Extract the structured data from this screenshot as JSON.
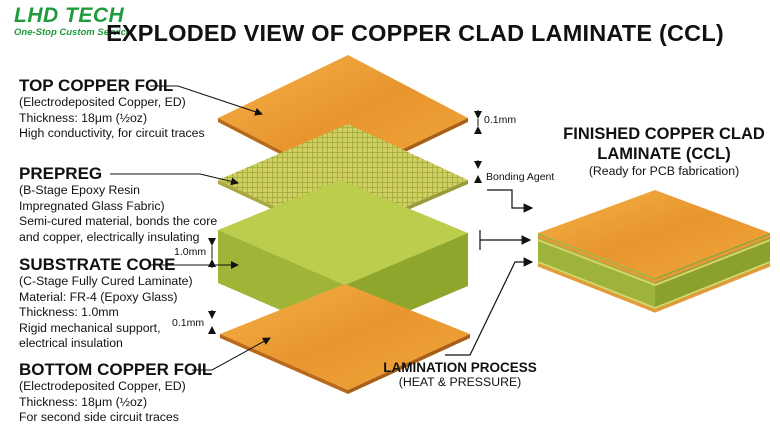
{
  "logo": {
    "main": "LHD TECH",
    "sub": "One-Stop Custom Service"
  },
  "title": "EXPLODED VIEW OF COPPER CLAD LAMINATE (CCL)",
  "layers": {
    "top_copper": {
      "heading": "TOP COPPER FOIL",
      "lines": [
        "(Electrodeposited Copper, ED)",
        "Thickness: 18μm (½oz)",
        "High conductivity, for circuit traces"
      ]
    },
    "prepreg": {
      "heading": "PREPREG",
      "lines": [
        "(B-Stage Epoxy Resin",
        "Impregnated Glass Fabric)",
        "Semi-cured material, bonds the core",
        "and copper, electrically insulating"
      ]
    },
    "substrate": {
      "heading": "SUBSTRATE CORE",
      "lines": [
        "(C-Stage Fully Cured Laminate)",
        "Material: FR-4 (Epoxy Glass)",
        "Thickness: 1.0mm",
        "Rigid mechanical support,",
        "electrical insulation"
      ]
    },
    "bottom_copper": {
      "heading": "BOTTOM COPPER FOIL",
      "lines": [
        "(Electrodeposited Copper, ED)",
        "Thickness: 18μm (½oz)",
        "For second side circuit traces"
      ]
    }
  },
  "dimensions": {
    "top_foil": "0.1mm",
    "bonding": "Bonding Agent",
    "core": "1.0mm",
    "bottom_foil": "0.1mm"
  },
  "finished": {
    "line1": "FINISHED COPPER CLAD",
    "line2": "LAMINATE (CCL)",
    "note": "(Ready for PCB fabrication)"
  },
  "lamination": {
    "heading": "LAMINATION PROCESS",
    "note": "(HEAT & PRESSURE)"
  },
  "colors": {
    "copper_light": "#f2a53c",
    "copper_dark": "#c7761f",
    "prepreg": "#d6d36a",
    "core_top": "#b9c84a",
    "core_side": "#8fa52c",
    "logo": "#1f9a3c"
  }
}
